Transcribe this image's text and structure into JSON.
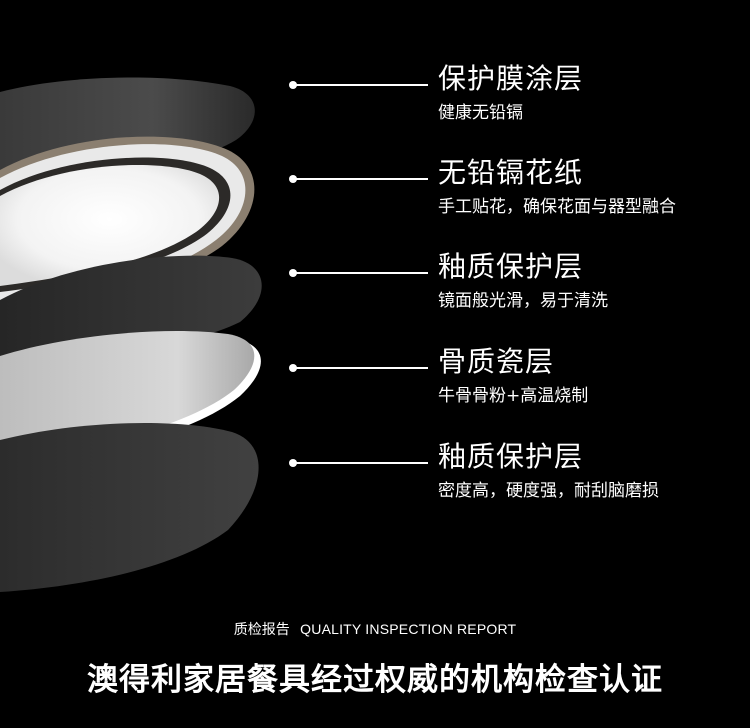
{
  "layers": [
    {
      "title": "保护膜涂层",
      "desc": "健康无铅镉"
    },
    {
      "title": "无铅镉花纸",
      "desc": "手工贴花，确保花面与器型融合"
    },
    {
      "title": "釉质保护层",
      "desc": "镜面般光滑，易于清洗"
    },
    {
      "title": "骨质瓷层",
      "desc": "牛骨骨粉+高温烧制"
    },
    {
      "title": "釉质保护层",
      "desc": "密度高，硬度强，耐刮脑磨损"
    }
  ],
  "footer": {
    "caption_cn": "质检报告",
    "caption_en": "QUALITY INSPECTION REPORT",
    "headline": "澳得利家居餐具经过权威的机构检查认证"
  }
}
